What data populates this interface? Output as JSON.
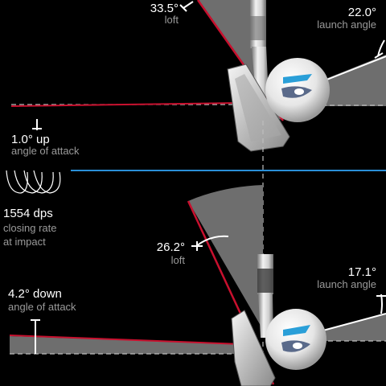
{
  "top": {
    "loft": {
      "value": "33.5°",
      "label": "loft"
    },
    "launch_angle": {
      "value": "22.0°",
      "label": "launch angle"
    },
    "angle_of_attack": {
      "value": "1.0° up",
      "label": "angle of attack"
    }
  },
  "middle": {
    "closing_rate": {
      "value": "1554 dps",
      "line1": "closing rate",
      "line2": "at impact"
    }
  },
  "bottom": {
    "loft": {
      "value": "26.2°",
      "label": "loft"
    },
    "launch_angle": {
      "value": "17.1°",
      "label": "launch angle"
    },
    "angle_of_attack": {
      "value": "4.2° down",
      "label": "angle of attack"
    }
  },
  "colors": {
    "background": "#000000",
    "shaded_angle": "#6e6e6e",
    "red_line": "#c8102e",
    "divider": "#2a8fd8",
    "logo_blue": "#2a9fd8"
  }
}
